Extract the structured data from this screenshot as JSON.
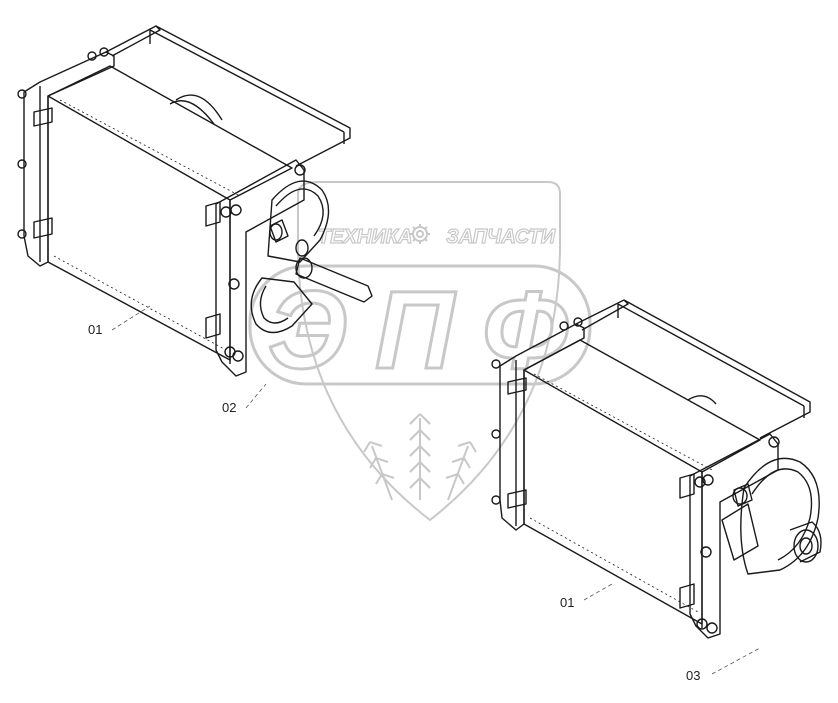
{
  "callouts": [
    {
      "id": "01",
      "label": "01"
    },
    {
      "id": "02",
      "label": "02"
    },
    {
      "id": "01b",
      "label": "01"
    },
    {
      "id": "03",
      "label": "03"
    }
  ],
  "watermark": {
    "top_left": "ТЕХНИКА",
    "top_right": "ЗАПЧАСТИ",
    "big": "ЭПФ"
  },
  "colors": {
    "line": "#1a1a1a",
    "watermark": "#c8c8c8"
  }
}
